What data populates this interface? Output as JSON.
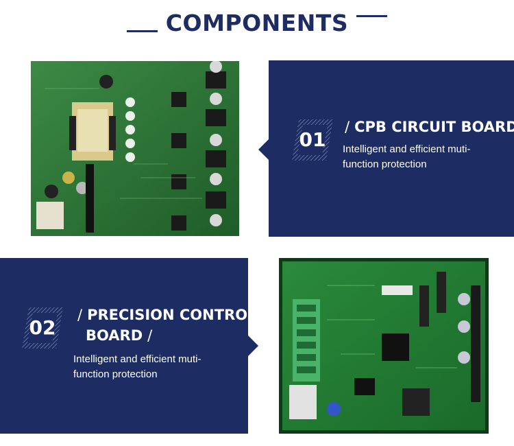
{
  "header": {
    "title": "COMPONENTS"
  },
  "colors": {
    "navy": "#1d2c62",
    "pcb_green": "#1f6b2d",
    "white": "#ffffff"
  },
  "components": [
    {
      "number": "01",
      "name": "CPB CIRCUIT BOARD",
      "description": "Intelligent and efficient muti-function protection",
      "image": "circuit-board-photo"
    },
    {
      "number": "02",
      "name_line1": "PRECISION CONTROL",
      "name_line2": "BOARD",
      "description": "Intelligent and efficient muti-function protection",
      "image": "control-board-photo"
    }
  ],
  "slash": "/"
}
